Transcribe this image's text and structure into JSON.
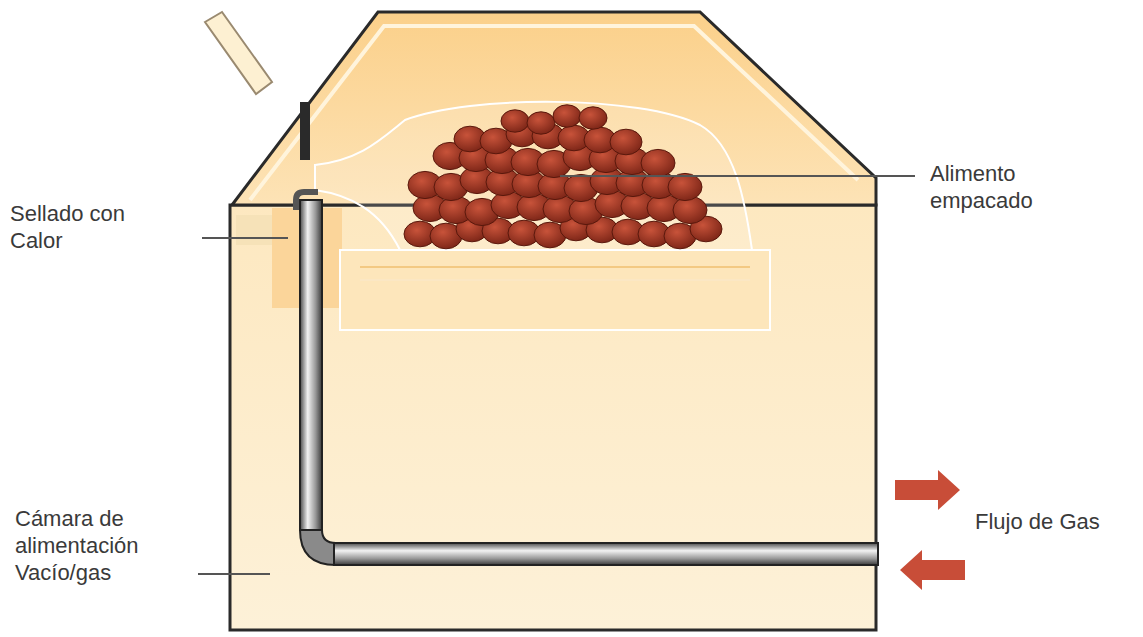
{
  "diagram": {
    "labels": [
      "Alimento empacado",
      "Sellado con Calor",
      "Cámara de alimentación Vacío/gas",
      "Flujo de Gas"
    ]
  }
}
